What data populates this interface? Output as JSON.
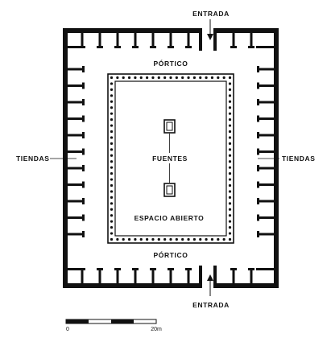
{
  "labels": {
    "entrance_top": "ENTRADA",
    "entrance_bottom": "ENTRADA",
    "portico_top": "PÓRTICO",
    "portico_bottom": "PÓRTICO",
    "shops_left": "TIENDAS",
    "shops_right": "TIENDAS",
    "fountains": "FUENTES",
    "open_space": "ESPACIO ABIERTO"
  },
  "scale": {
    "start": "0",
    "end": "20m"
  },
  "colors": {
    "ink": "#111111",
    "background": "#ffffff"
  }
}
